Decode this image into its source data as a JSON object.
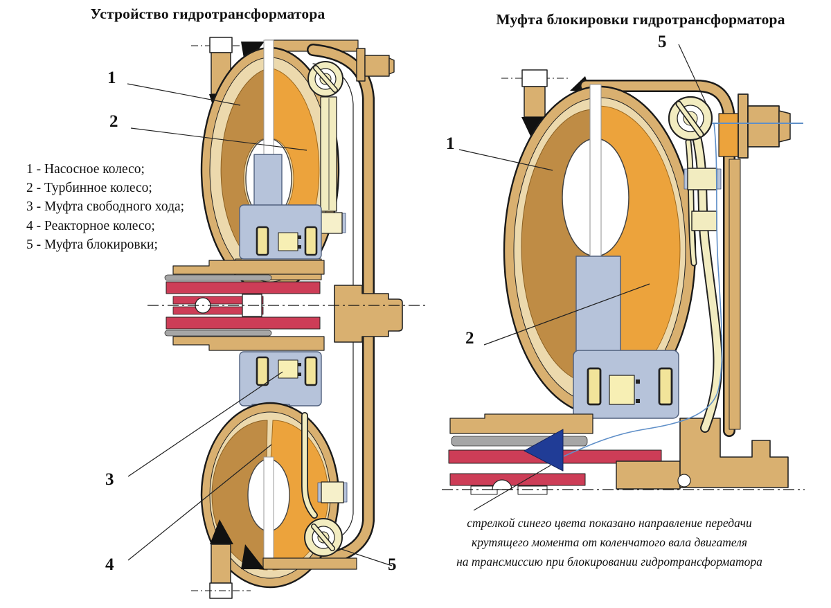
{
  "left_panel": {
    "title": "Устройство гидротрансформатора",
    "legend_items": [
      "1 - Насосное колесо;",
      "2 - Турбинное колесо;",
      "3 - Муфта свободного хода;",
      "4 - Реакторное колесо;",
      "5 - Муфта блокировки;"
    ],
    "callouts": {
      "pump": "1",
      "turbine": "2",
      "freewheel": "3",
      "reactor": "4",
      "lockup": "5"
    }
  },
  "right_panel": {
    "title": "Муфта блокировки гидротрансформатора",
    "callouts": {
      "pump": "1",
      "turbine": "2",
      "lockup": "5"
    },
    "caption_lines": [
      "стрелкой синего цвета показано направление передачи",
      "крутящего момента от коленчатого вала двигателя",
      "на трансмиссию при блокировании гидротрансформатора"
    ]
  },
  "colors": {
    "casing_tan": "#d9b070",
    "casing_light": "#ecd9ad",
    "pump_brown": "#bf8c45",
    "turbine_orange": "#eca33c",
    "hub_blue": "#b6c3da",
    "hub_edge": "#51617e",
    "cream": "#f2ecc0",
    "bearing_yellow": "#f2e49a",
    "shaft_red": "#cd3d57",
    "shaft_gray": "#a6a6a6",
    "arrow_navy": "#203c96",
    "link_blue": "#5f8fc8",
    "outline": "#1a1a1a"
  }
}
